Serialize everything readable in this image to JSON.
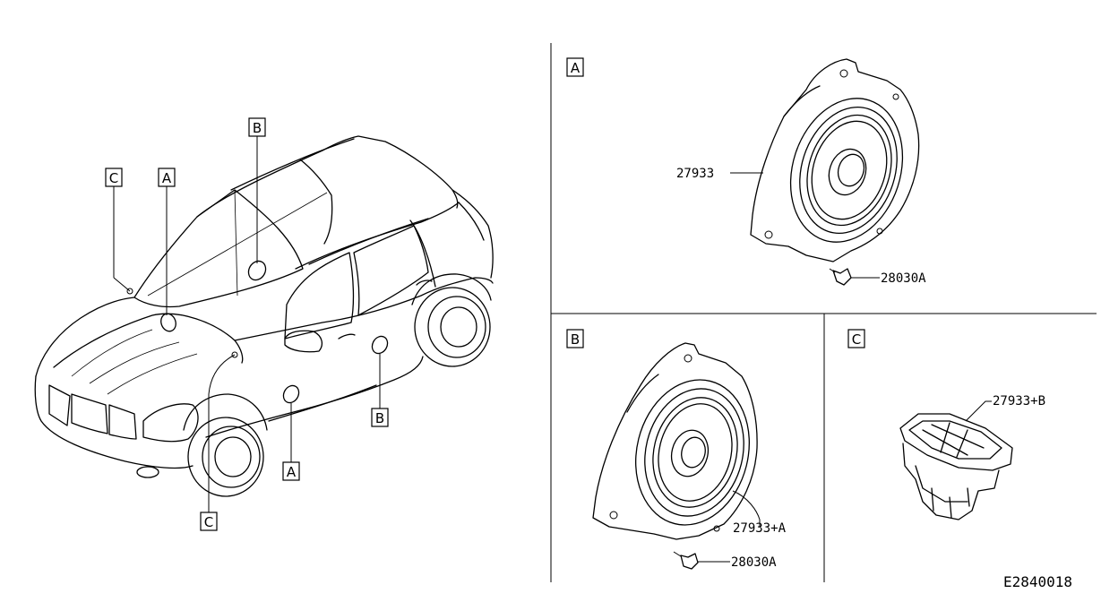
{
  "car_callouts": {
    "b_top": "B",
    "c_left": "C",
    "a_left": "A",
    "b_right": "B",
    "a_bottom": "A",
    "c_bottom": "C"
  },
  "panel_a": {
    "tag": "A",
    "part_main": "27933",
    "part_screw": "28030A"
  },
  "panel_b": {
    "tag": "B",
    "part_main": "27933+A",
    "part_screw": "28030A"
  },
  "panel_c": {
    "tag": "C",
    "part_main": "27933+B"
  },
  "diagram_code": "E2840018"
}
